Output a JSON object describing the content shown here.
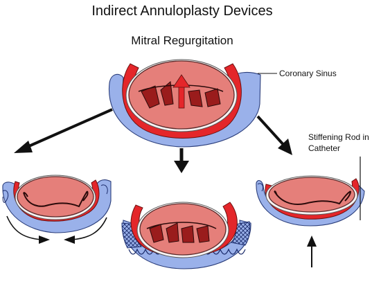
{
  "title": "Indirect Annuloplasty Devices",
  "subtitle": "Mitral Regurgitation",
  "labels": {
    "coronary_sinus": "Coronary Sinus",
    "stiffening_rod_line1": "Stiffening Rod in",
    "stiffening_rod_line2": "Catheter"
  },
  "colors": {
    "valve": "#e57f7a",
    "valve_outline": "#5a2a2a",
    "annulus_red": "#e4262a",
    "sinus_blue": "#9ab1ea",
    "leaflet_dark": "#9a1c1c",
    "arrow": "#111111"
  }
}
